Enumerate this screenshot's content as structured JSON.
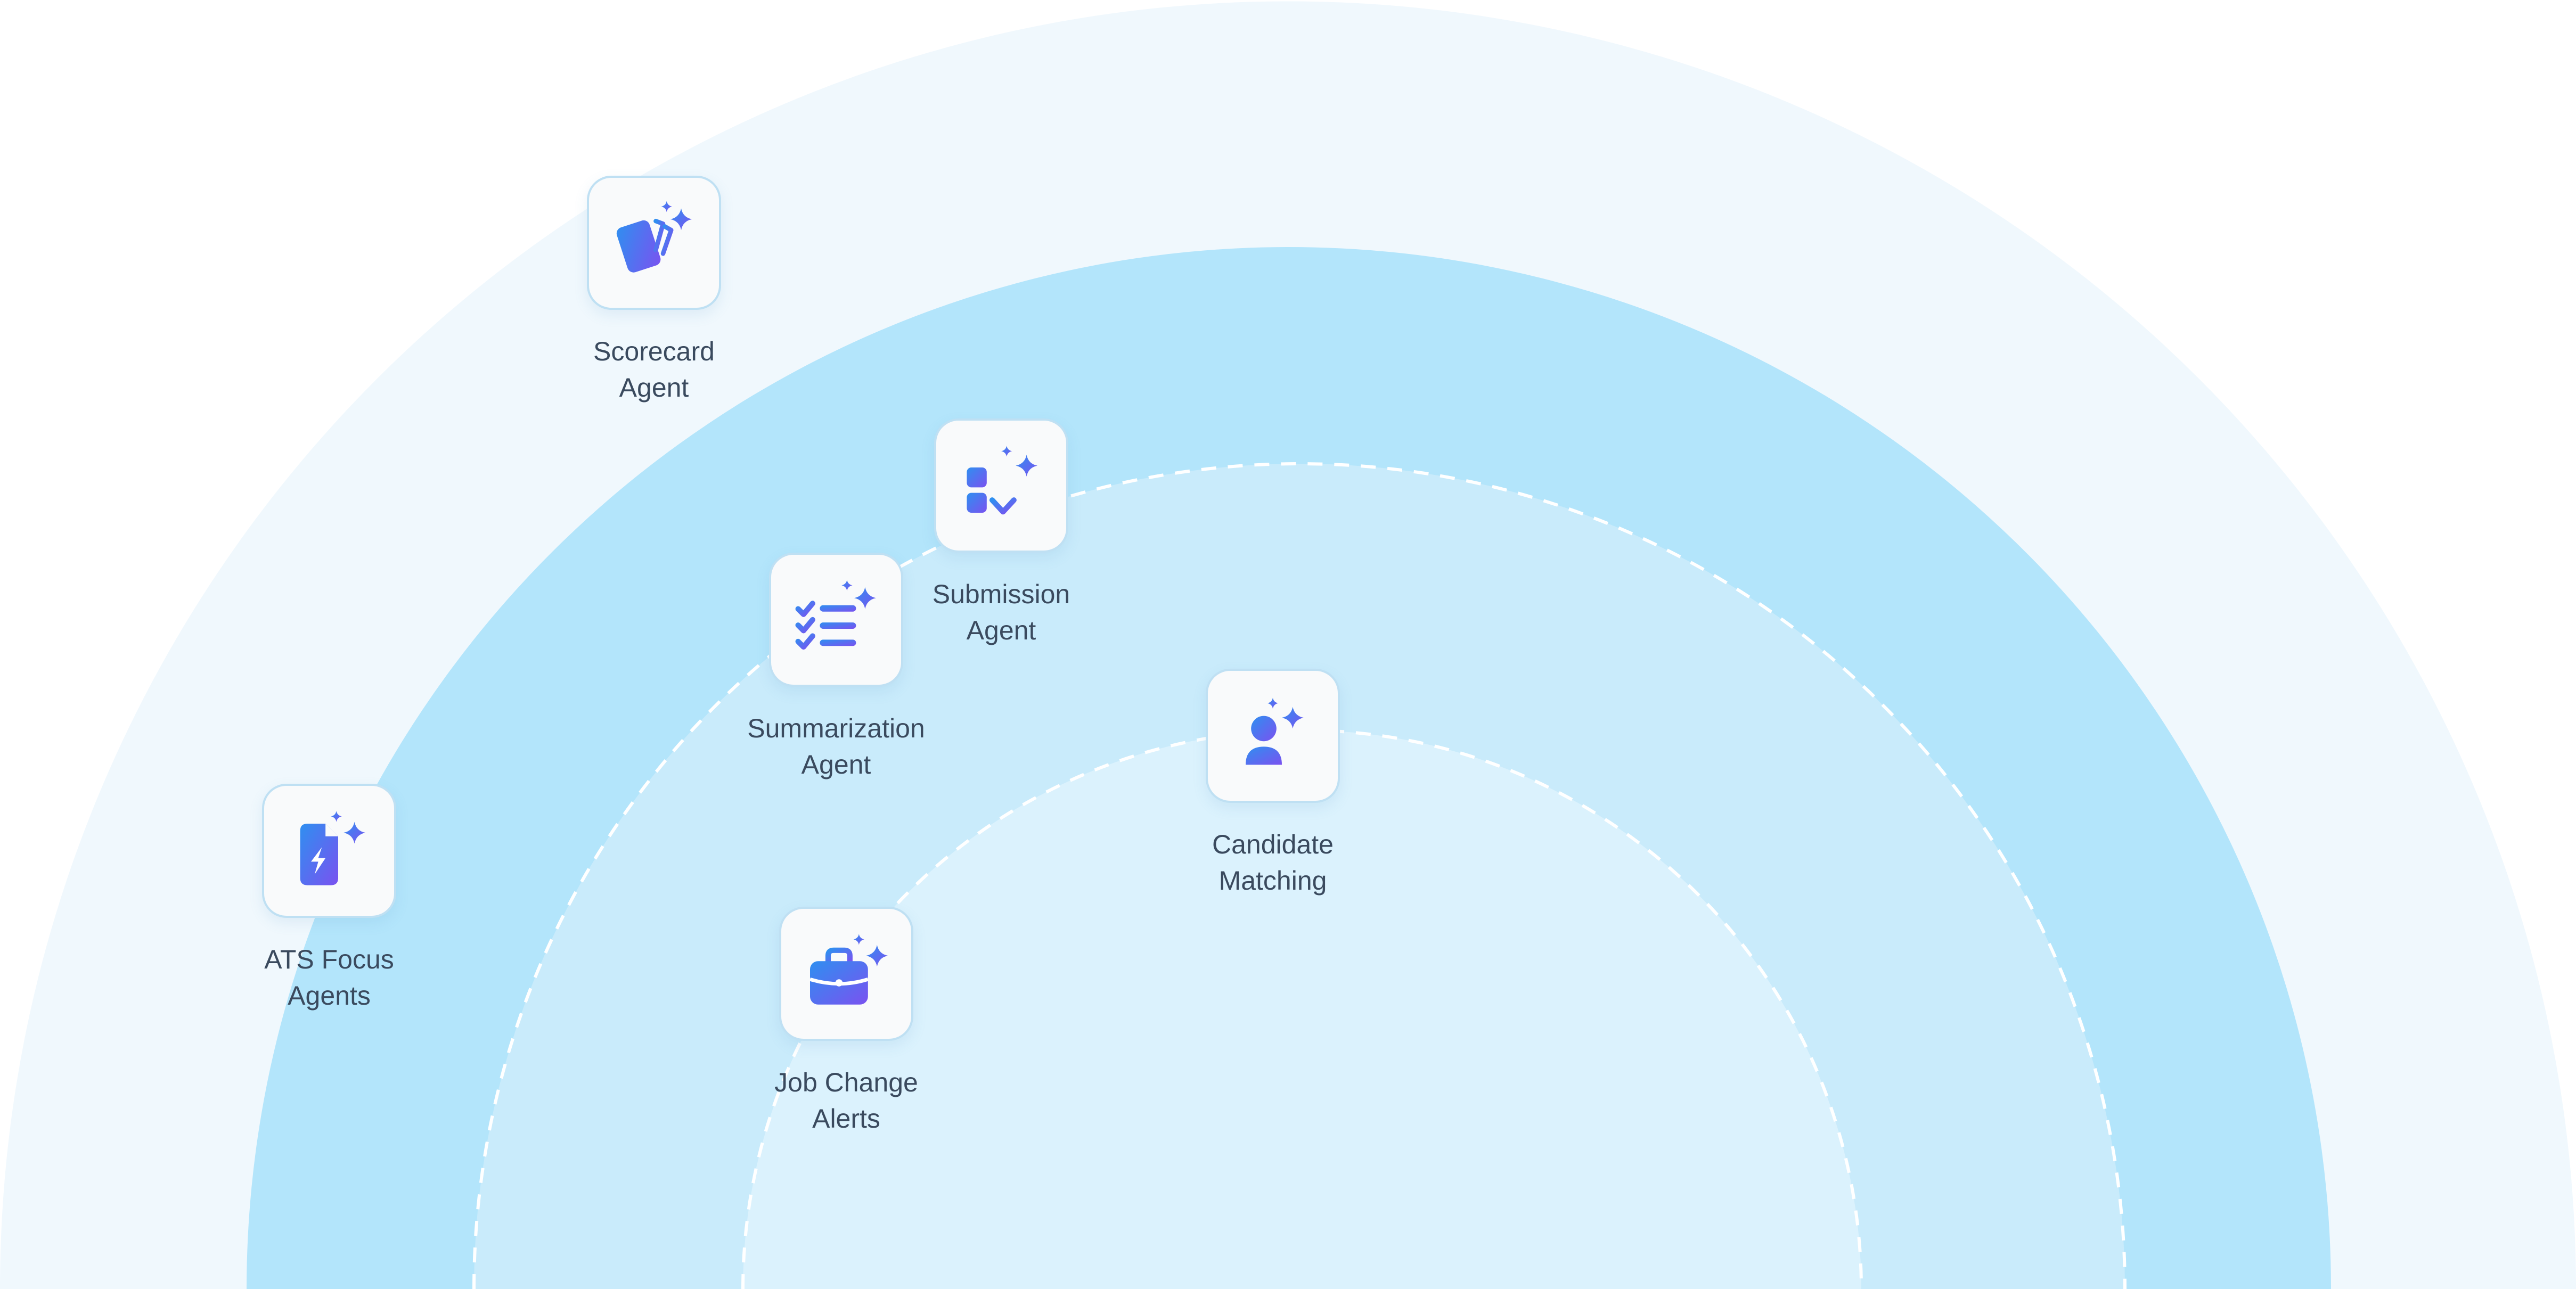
{
  "colors": {
    "outer_ring": "#f0f8fd",
    "second_ring": "#b3e5fb",
    "third_ring": "#c9ebfb",
    "inner_ring": "#dbf2fd",
    "dashed_line": "#ffffff",
    "tile_bg": "#f9fafb",
    "tile_border": "#bfe0f3",
    "label": "#3a4a5e",
    "icon_gradient_start": "#2f8ff0",
    "icon_gradient_end": "#7a52f0"
  },
  "agents": [
    {
      "id": "scorecard",
      "icon": "cards-sparkle-icon",
      "label_line1": "Scorecard",
      "label_line2": "Agent"
    },
    {
      "id": "submission",
      "icon": "sort-sparkle-icon",
      "label_line1": "Submission",
      "label_line2": "Agent"
    },
    {
      "id": "summarization",
      "icon": "checklist-sparkle-icon",
      "label_line1": "Summarization",
      "label_line2": "Agent"
    },
    {
      "id": "candidate",
      "icon": "person-sparkle-icon",
      "label_line1": "Candidate",
      "label_line2": "Matching"
    },
    {
      "id": "ats",
      "icon": "document-bolt-sparkle-icon",
      "label_line1": "ATS Focus",
      "label_line2": "Agents"
    },
    {
      "id": "jobchange",
      "icon": "briefcase-sparkle-icon",
      "label_line1": "Job Change",
      "label_line2": "Alerts"
    }
  ]
}
